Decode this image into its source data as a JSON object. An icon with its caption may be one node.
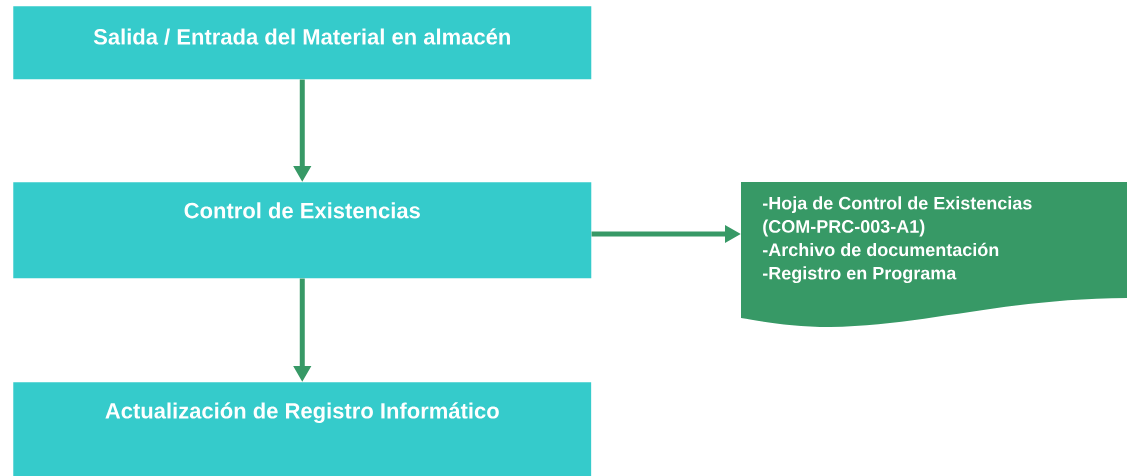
{
  "diagram": {
    "nodes": [
      {
        "text": [
          "Salida / Entrada del Material en almacén"
        ]
      },
      {
        "text": [
          "Control de Existencias"
        ]
      },
      {
        "text": [
          "Actualización de Registro Informático"
        ]
      },
      {
        "text": [
          "-Hoja de Control de Existencias (COM-PRC-003-A1)",
          "-Archivo de documentación",
          "-Registro en Programa"
        ]
      }
    ],
    "edges": [
      {
        "from": 0,
        "to": 1,
        "arrow": "to"
      },
      {
        "from": 1,
        "to": 2,
        "arrow": "to"
      },
      {
        "from": 1,
        "to": 3,
        "arrow": "to"
      }
    ]
  }
}
